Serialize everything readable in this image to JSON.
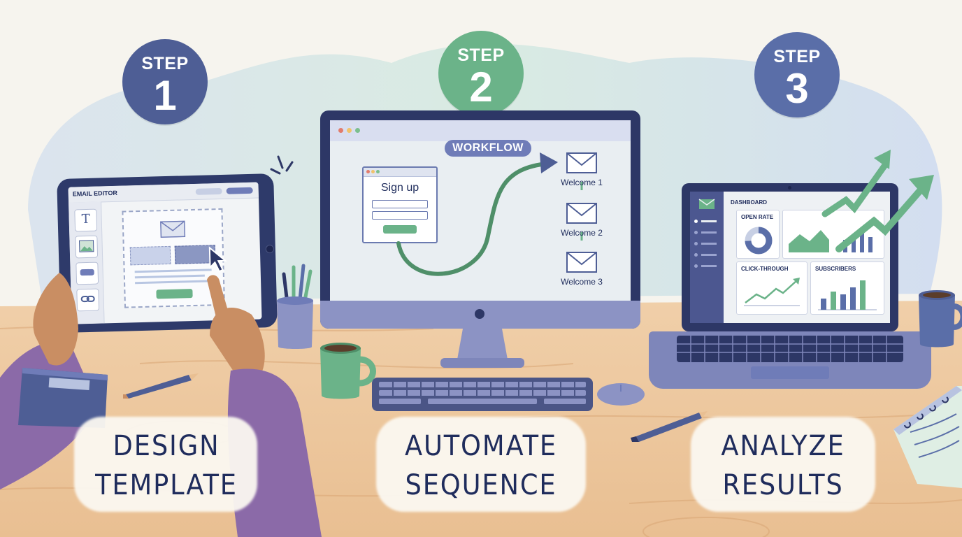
{
  "steps": [
    {
      "word": "STEP",
      "number": "1",
      "color": "#4e5e95",
      "caption_line1": "DESIGN",
      "caption_line2": "TEMPLATE"
    },
    {
      "word": "STEP",
      "number": "2",
      "color": "#6bb389",
      "caption_line1": "AUTOMATE",
      "caption_line2": "SEQUENCE"
    },
    {
      "word": "STEP",
      "number": "3",
      "color": "#5a6ea8",
      "caption_line1": "ANALYZE",
      "caption_line2": "RESULTS"
    }
  ],
  "tablet": {
    "title": "EMAIL EDITOR",
    "tool_text_icon": "T",
    "icons": [
      "text-icon",
      "image-icon",
      "button-icon",
      "link-icon",
      "envelope-icon",
      "cursor-icon"
    ]
  },
  "monitor": {
    "workflow_label": "WORKFLOW",
    "signup_title": "Sign up",
    "welcome": [
      "Welcome 1",
      "Welcome 2",
      "Welcome 3"
    ]
  },
  "laptop": {
    "dashboard_label": "DASHBOARD",
    "cards": [
      "OPEN RATE",
      "CLICK-THROUGH",
      "SUBSCRIBERS"
    ]
  },
  "colors": {
    "navy": "#2d3766",
    "accent_green": "#6bb389",
    "blue": "#5a6ea8",
    "desk": "#efc9a1",
    "text_dark": "#1f2c5c"
  }
}
